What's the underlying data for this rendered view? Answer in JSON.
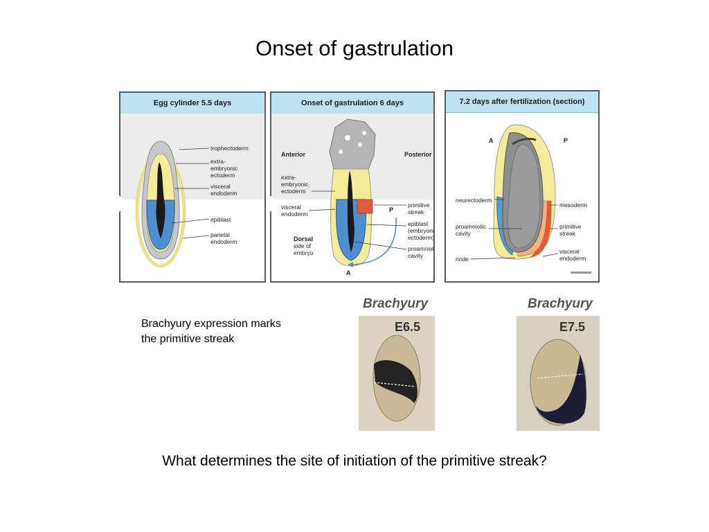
{
  "slide": {
    "title": "Onset of gastrulation",
    "question": "What determines the site of initiation of the primitive streak?"
  },
  "panels": [
    {
      "header": "Egg cylinder 5.5  days",
      "labels": [
        "trophectoderm",
        "extra-",
        "embryonic",
        "ectoderm",
        "visceral",
        "endoderm",
        "epiblast",
        "parietal",
        "endoderm"
      ]
    },
    {
      "header": "Onset of gastrulation 6 days",
      "labels": [
        "Anterior",
        "Posterior",
        "extra-",
        "embryonic",
        "ectoderm",
        "visceral",
        "endoderm",
        "Dorsal",
        "side of",
        "embryo",
        "primitive",
        "streak",
        "epiblast",
        "(embryoni",
        "ectoderm)",
        "proamnioti",
        "cavity",
        "P",
        "A"
      ]
    },
    {
      "header": "7.2 days after fertilization (section)",
      "labels": [
        "A",
        "P",
        "neurectoderm",
        "mesoderm",
        "proamniotic",
        "cavity",
        "primitive",
        "streak",
        "node",
        "visceral",
        "endoderm"
      ]
    }
  ],
  "caption": {
    "line1": "Brachyury expression marks",
    "line2": "the primitive streak"
  },
  "photos": [
    {
      "gene": "Brachyury",
      "stage": "E6.5"
    },
    {
      "gene": "Brachyury",
      "stage": "E7.5"
    }
  ],
  "colors": {
    "header": "#bfe2f2",
    "epiblast": "#4f8fd0",
    "endoderm_yellow": "#f3ec9a",
    "trophectoderm_gray": "#bdbdbd",
    "mesoderm_orange": "#f6b27a",
    "streak_red": "#e05a3c"
  }
}
